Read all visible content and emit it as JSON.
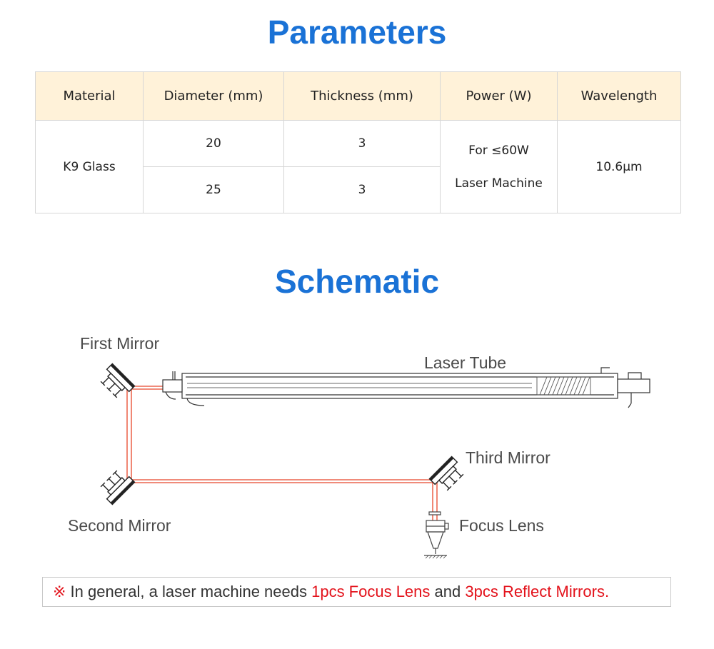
{
  "parameters": {
    "title": "Parameters",
    "headers": [
      "Material",
      "Diameter (mm)",
      "Thickness (mm)",
      "Power (W)",
      "Wavelength"
    ],
    "material": "K9 Glass",
    "rows": [
      {
        "diameter": "20",
        "thickness": "3"
      },
      {
        "diameter": "25",
        "thickness": "3"
      }
    ],
    "power_line1": "For ≤60W",
    "power_line2": "Laser Machine",
    "wavelength": "10.6μm"
  },
  "schematic": {
    "title": "Schematic",
    "labels": {
      "first_mirror": "First Mirror",
      "laser_tube": "Laser Tube",
      "third_mirror": "Third Mirror",
      "second_mirror": "Second Mirror",
      "focus_lens": "Focus Lens"
    },
    "beam_color": "#e8462a"
  },
  "note": {
    "symbol": "※",
    "text_before": " In general, a laser machine needs ",
    "highlight1": "1pcs Focus Lens",
    "text_middle": " and ",
    "highlight2": "3pcs Reflect Mirrors."
  },
  "colors": {
    "title_blue": "#1a72d6",
    "header_bg": "#fff2d9",
    "highlight_red": "#e3121b"
  }
}
